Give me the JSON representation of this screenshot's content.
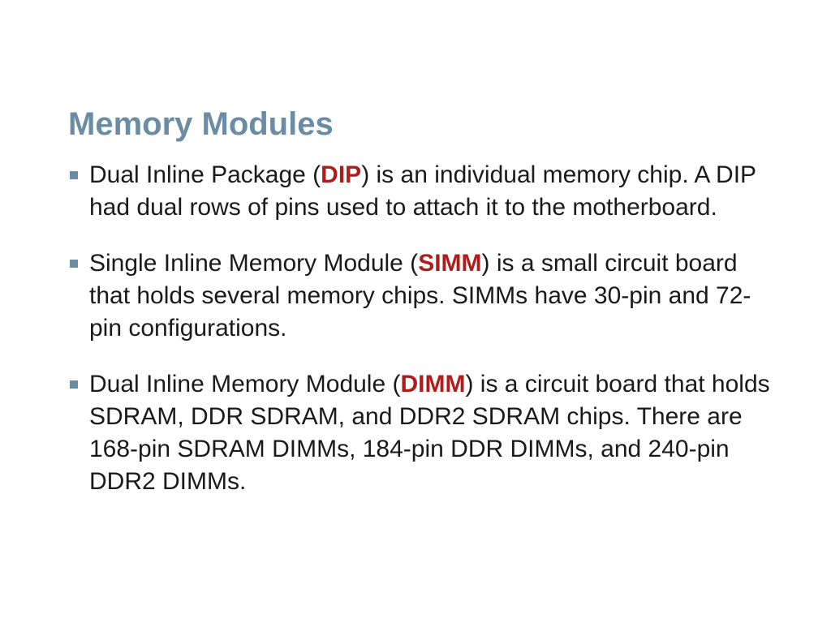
{
  "slide": {
    "title": "Memory Modules",
    "accent_color": "#6a8ca4",
    "keyword_color": "#b01c1c",
    "bullets": [
      {
        "before": "Dual Inline Package (",
        "keyword": "DIP",
        "after": ") is an individual memory chip. A DIP had dual rows of pins used to attach it to the motherboard."
      },
      {
        "before": "Single Inline Memory Module (",
        "keyword": "SIMM",
        "after": ") is a small circuit board that holds several memory chips. SIMMs have 30-pin and 72-pin configurations."
      },
      {
        "before": "Dual Inline Memory Module (",
        "keyword": "DIMM",
        "after": ") is a circuit board that holds SDRAM, DDR SDRAM, and DDR2 SDRAM chips. There are 168-pin SDRAM DIMMs, 184-pin DDR DIMMs, and 240-pin DDR2 DIMMs."
      }
    ]
  }
}
